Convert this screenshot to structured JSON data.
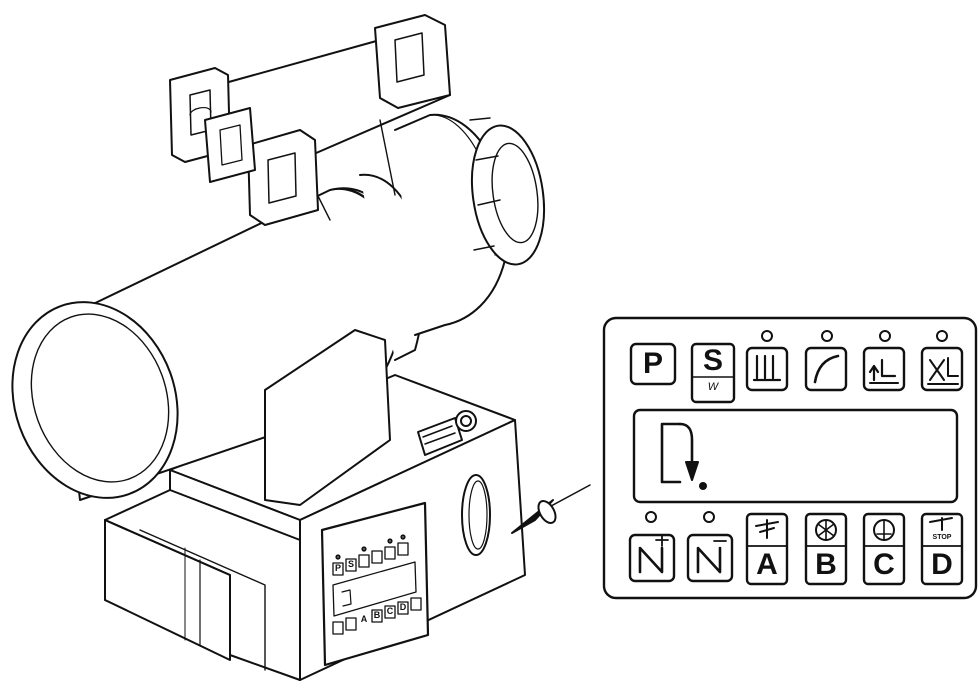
{
  "control_panel": {
    "top_row": [
      {
        "name": "program-key",
        "label": "P",
        "indicator": false
      },
      {
        "name": "s-w-key",
        "label": "S",
        "sublabel": "W",
        "indicator": false
      },
      {
        "name": "needle-position-key",
        "label": "",
        "indicator": true
      },
      {
        "name": "curve-key",
        "label": "",
        "indicator": true
      },
      {
        "name": "needle-up-key",
        "label": "",
        "indicator": true
      },
      {
        "name": "thread-cut-key",
        "label": "",
        "indicator": true
      }
    ],
    "display": {
      "content": ""
    },
    "bottom_row": [
      {
        "name": "speed-plus-key",
        "label": "",
        "indicator": true
      },
      {
        "name": "speed-minus-key",
        "label": "",
        "indicator": true
      },
      {
        "name": "function-a-key",
        "label": "A",
        "indicator": false
      },
      {
        "name": "function-b-key",
        "label": "B",
        "indicator": false
      },
      {
        "name": "function-c-key",
        "label": "C",
        "indicator": false
      },
      {
        "name": "function-d-key",
        "label": "D",
        "sublabel": "STOP",
        "indicator": false
      }
    ]
  },
  "mini_panel": {
    "top_labels": [
      "P",
      "S"
    ],
    "bottom_labels": [
      "A",
      "B",
      "C",
      "D"
    ]
  },
  "colors": {
    "ink": "#111111",
    "paper": "#ffffff"
  }
}
